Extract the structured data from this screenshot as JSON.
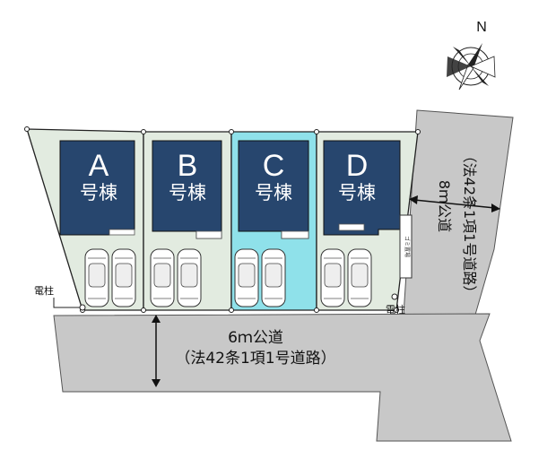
{
  "lots": [
    {
      "letter": "A",
      "label": "号棟",
      "highlighted": false
    },
    {
      "letter": "B",
      "label": "号棟",
      "highlighted": false
    },
    {
      "letter": "C",
      "label": "号棟",
      "highlighted": true
    },
    {
      "letter": "D",
      "label": "号棟",
      "highlighted": false
    }
  ],
  "roads": {
    "south": {
      "line1": "6ｍ公道",
      "line2": "（法42条1項1号道路）"
    },
    "east": {
      "line1": "8ｍ公道",
      "line2": "（法42条1項1号道路）"
    }
  },
  "poles": {
    "left": "電柱",
    "right": "電柱"
  },
  "garbage": "ゴミ置場",
  "compass": {
    "north": "N"
  },
  "colors": {
    "road": "#c8c8c8",
    "lot": "#e2ebe0",
    "lot_highlight": "#8fe1ea",
    "building": "#27466e",
    "outline": "#222222"
  }
}
